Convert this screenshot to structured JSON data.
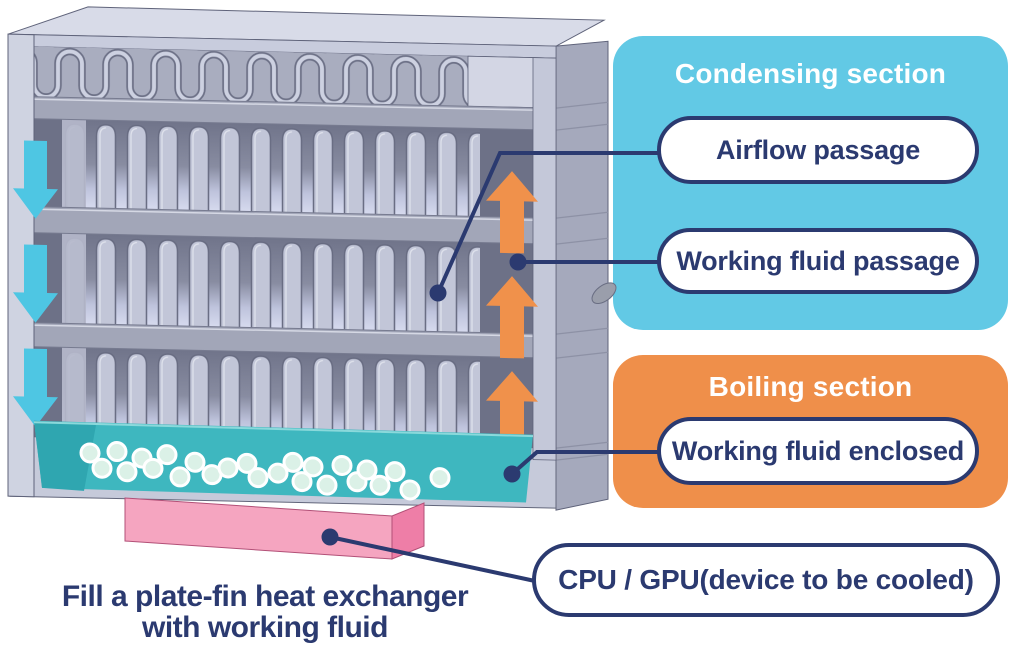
{
  "sections": {
    "condensing": {
      "title": "Condensing section",
      "label1": "Airflow passage",
      "label2": "Working fluid passage"
    },
    "boiling": {
      "title": "Boiling section",
      "label1": "Working fluid enclosed"
    }
  },
  "cpu": {
    "label": "CPU / GPU(device to be cooled)"
  },
  "caption": {
    "line1": "Fill a plate-fin heat exchanger",
    "line2": "with working fluid"
  },
  "colors": {
    "cyan_panel": "#62C9E5",
    "orange_panel": "#EF8F4A",
    "navy": "#2B3A70",
    "panel_text": "#FFFFFF",
    "arrow_cyan": "#4EC6E3",
    "arrow_orange": "#F0914B",
    "liquid_teal": "#3EB7BF",
    "liquid_teal_dark": "#2FA6B0",
    "bubble_fill": "#DBF1E7",
    "cpu_pink": "#F5A5C0",
    "cpu_pink_side": "#EE7EA7"
  }
}
